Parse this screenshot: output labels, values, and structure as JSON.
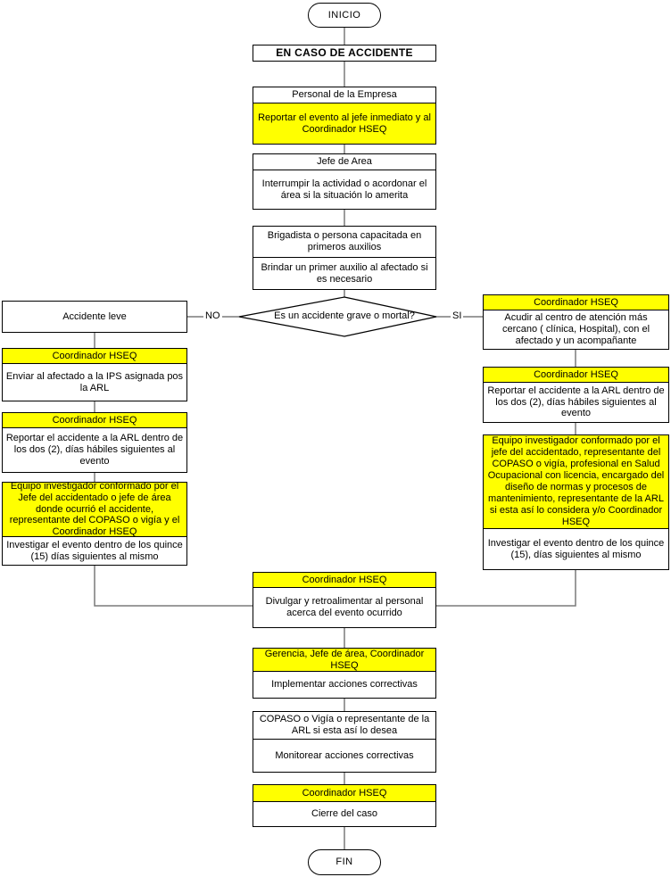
{
  "flowchart": {
    "start_label": "INICIO",
    "end_label": "FIN",
    "banner": "EN CASO DE ACCIDENTE",
    "decision": {
      "question": "Es un accidente grave o mortal?",
      "no_label": "NO",
      "yes_label": "SI"
    },
    "colors": {
      "highlight": "#ffff00",
      "border": "#000000",
      "connector": "#7a7a7a"
    },
    "nodes": {
      "personal": {
        "header": "Personal de la Empresa",
        "action": "Reportar el evento al jefe inmediato y al Coordinador HSEQ"
      },
      "jefe_area": {
        "header": "Jefe de Area",
        "action": "Interrumpir la actividad o acordonar el área si la situación lo amerita"
      },
      "brigadista": {
        "header": "Brigadista o persona capacitada en primeros auxilios",
        "action": "Brindar un primer auxilio al afectado si es necesario"
      },
      "accidente_leve": {
        "label": "Accidente leve"
      },
      "leve_ips": {
        "header": "Coordinador HSEQ",
        "action": "Enviar al afectado a la IPS asignada pos la ARL"
      },
      "leve_reportar": {
        "header": "Coordinador HSEQ",
        "action": "Reportar el accidente a la ARL dentro de los dos (2), días hábiles siguientes al evento"
      },
      "leve_investigar": {
        "header": "Equipo investigador conformado por el Jefe del accidentado o jefe de área donde ocurrió el accidente, representante del COPASO o vigía y el Coordinador HSEQ",
        "action": "Investigar el evento dentro de los quince (15) días siguientes al mismo"
      },
      "grave_acudir": {
        "header": "Coordinador HSEQ",
        "action": "Acudir al centro de atención más cercano ( clínica, Hospital), con el afectado y un acompañante"
      },
      "grave_reportar": {
        "header": "Coordinador HSEQ",
        "action": "Reportar el accidente a la ARL dentro de los dos (2), días hábiles siguientes al evento"
      },
      "grave_investigar": {
        "header": "Equipo investigador conformado por el jefe del accidentado, representante del COPASO o vigía, profesional en Salud Ocupacional con licencia, encargado del diseño de normas y procesos de mantenimiento, representante de la ARL si esta así lo considera y/o Coordinador HSEQ",
        "action": "Investigar el evento dentro de los quince (15), días siguientes al mismo"
      },
      "divulgar": {
        "header": "Coordinador HSEQ",
        "action": "Divulgar y retroalimentar al personal acerca del evento ocurrido"
      },
      "implementar": {
        "header": "Gerencia, Jefe de área, Coordinador HSEQ",
        "action": "Implementar acciones correctivas"
      },
      "monitorear": {
        "header": "COPASO o Vigía o representante de la ARL si esta así lo desea",
        "action": "Monitorear acciones correctivas"
      },
      "cierre": {
        "header": "Coordinador HSEQ",
        "action": "Cierre del caso"
      }
    }
  }
}
